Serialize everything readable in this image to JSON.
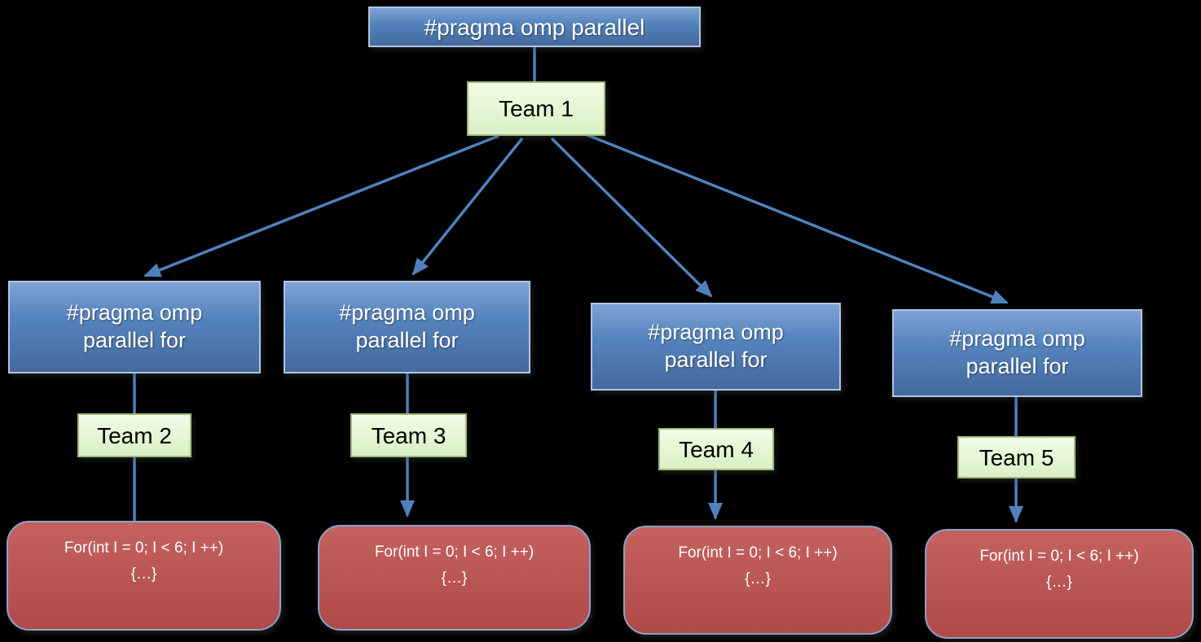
{
  "diagram": {
    "title_node": {
      "label": "#pragma omp parallel"
    },
    "root_team": {
      "label": "Team 1"
    },
    "branches": [
      {
        "pragma_label": "#pragma omp parallel for",
        "team_label": "Team 2",
        "code_line1": "For(int I = 0; I < 6; I ++)",
        "code_line2": "{…}"
      },
      {
        "pragma_label": "#pragma omp parallel for",
        "team_label": "Team 3",
        "code_line1": "For(int I = 0; I < 6; I ++)",
        "code_line2": "{…}"
      },
      {
        "pragma_label": "#pragma omp parallel for",
        "team_label": "Team 4",
        "code_line1": "For(int I = 0; I < 6; I ++)",
        "code_line2": "{…}"
      },
      {
        "pragma_label": "#pragma omp parallel for",
        "team_label": "Team 5",
        "code_line1": "For(int I = 0; I < 6; I ++)",
        "code_line2": "{…}"
      }
    ],
    "colors": {
      "pragma_node_fill": "#4f81bd",
      "team_node_fill": "#ddf3c9",
      "code_node_fill": "#b94d4a",
      "connector": "#4f81bd",
      "background": "#000000"
    }
  }
}
